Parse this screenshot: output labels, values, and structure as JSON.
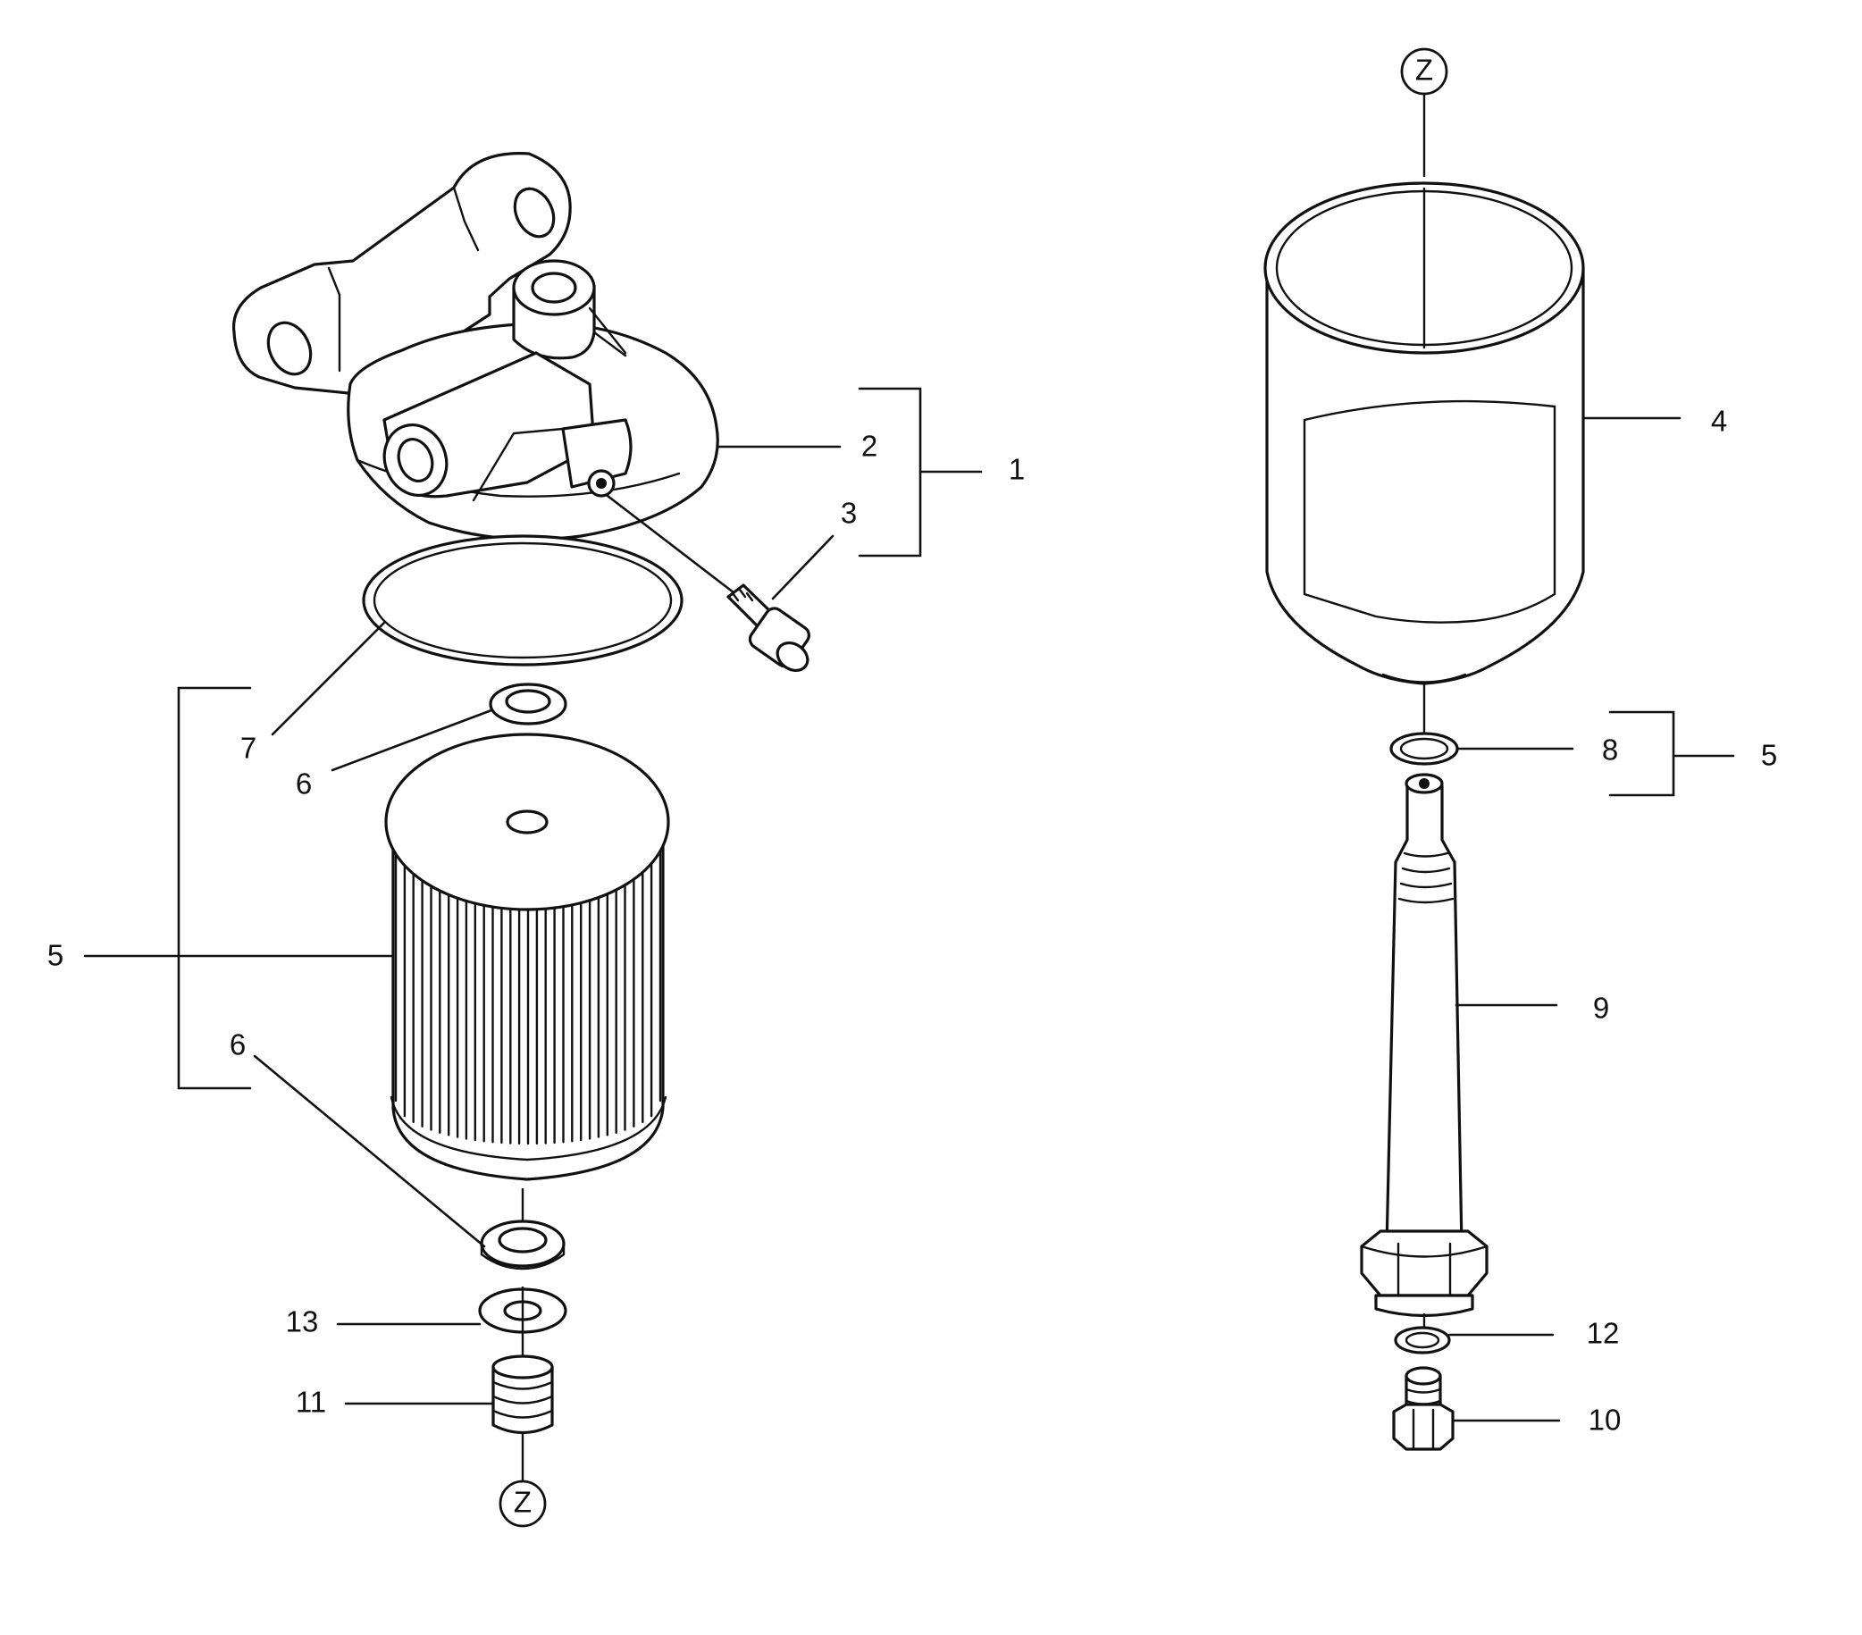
{
  "callouts": {
    "c1": "1",
    "c2": "2",
    "c3": "3",
    "c4": "4",
    "c5_left": "5",
    "c5_right": "5",
    "c6_upper": "6",
    "c6_lower": "6",
    "c7": "7",
    "c8": "8",
    "c9": "9",
    "c10": "10",
    "c11": "11",
    "c12": "12",
    "c13": "13"
  },
  "ref_marks": {
    "top_right": "Z",
    "bottom_left": "Z"
  }
}
